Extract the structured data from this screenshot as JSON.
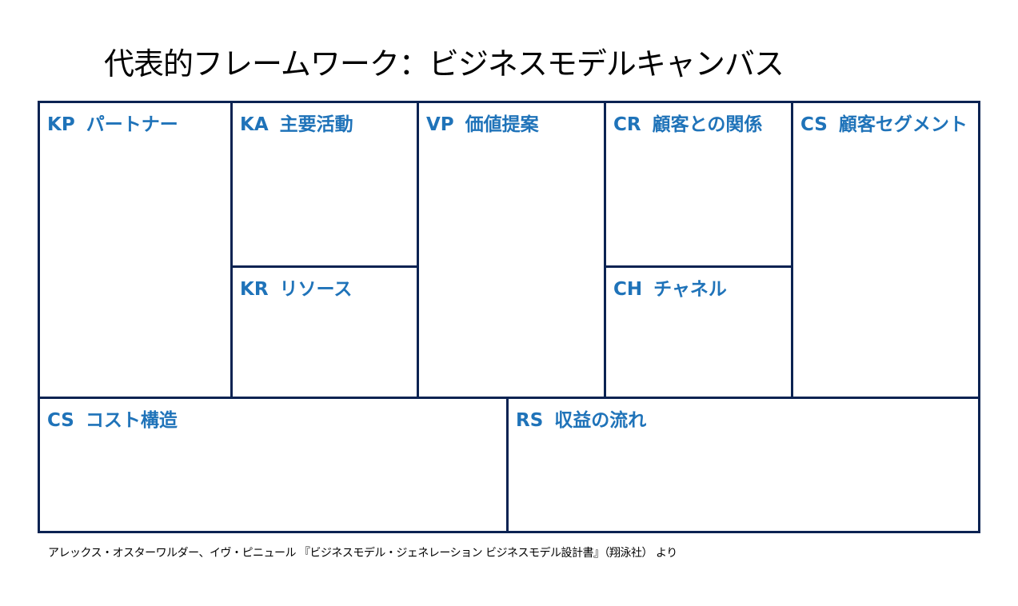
{
  "title": "代表的フレームワーク：ビジネスモデルキャンバス",
  "blocks": {
    "kp": {
      "code": "KP",
      "name": "パートナー"
    },
    "ka": {
      "code": "KA",
      "name": "主要活動"
    },
    "kr": {
      "code": "KR",
      "name": "リソース"
    },
    "vp": {
      "code": "VP",
      "name": "価値提案"
    },
    "cr": {
      "code": "CR",
      "name": "顧客との関係"
    },
    "ch": {
      "code": "CH",
      "name": "チャネル"
    },
    "cs": {
      "code": "CS",
      "name": "顧客セグメント"
    },
    "cost": {
      "code": "CS",
      "name": "コスト構造"
    },
    "rs": {
      "code": "RS",
      "name": "収益の流れ"
    }
  },
  "source": "アレックス・オスターワルダー、イヴ・ピニュール 『ビジネスモデル・ジェネレーション ビジネスモデル設計書』（翔泳社） より",
  "colors": {
    "border": "#0b2352",
    "label": "#1f73b9"
  }
}
